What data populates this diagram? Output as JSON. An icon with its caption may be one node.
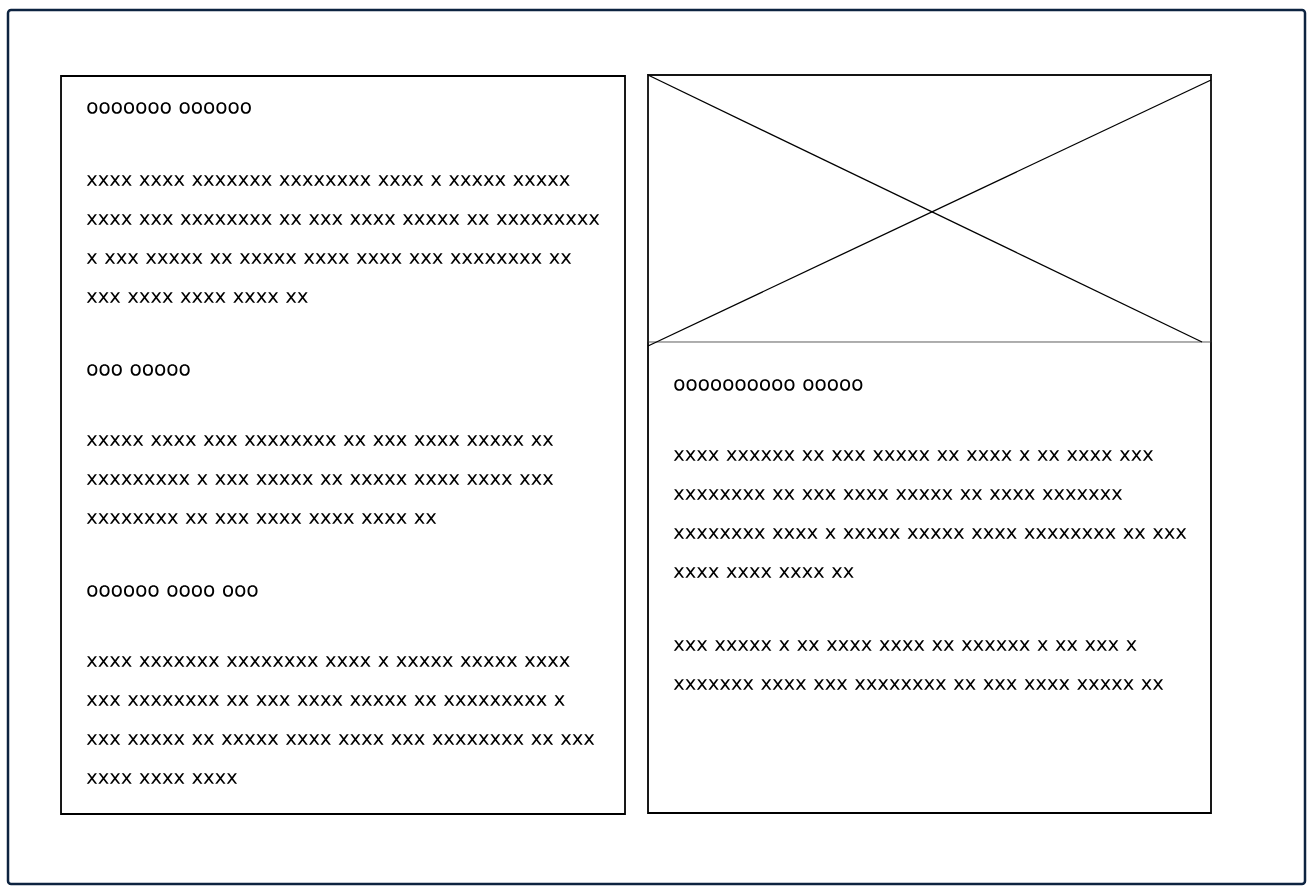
{
  "diagram": {
    "nodes": [
      {
        "text": [],
        "shape": "box"
      },
      {
        "text": [
          "ooooooo oooooo",
          "xxxx xxxx xxxxxxx xxxxxxxx xxxx x xxxxx xxxxx xxxx xxx xxxxxxxx xx xxx xxxx xxxxx xx xxxxxxxxx x xxx xxxxx xx xxxxx xxxx xxxx xxx xxxxxxxx xx xxx xxxx xxxx xxxx xx",
          "ooo ooooo",
          "xxxxx xxxx xxx xxxxxxxx xx xxx xxxx xxxxx xx xxxxxxxxx x xxx xxxxx xx xxxxx xxxx xxxx xxx xxxxxxxx xx xxx xxxx xxxx xxxx xx",
          "oooooo oooo ooo",
          "xxxx xxxxxxx xxxxxxxx xxxx x xxxxx xxxxx xxxx xxx xxxxxxxx xx xxx xxxx xxxxx xx xxxxxxxxx x xxx xxxxx xx xxxxx xxxx xxxx xxx xxxxxxxx xx xxx xxxx xxxx xxxx"
        ],
        "in": 0
      },
      {
        "text": [
          "oooooooooo ooooo",
          "xxxx xxxxxx xx xxx xxxxx xx xxxx x xx xxxx xxx xxxxxxxx xx xxx xxxx xxxxx xx xxxx xxxxxxx xxxxxxxx xxxx x xxxxx xxxxx xxxx xxxxxxxx xx xxx xxxx xxxx xxxx xx",
          "xxx xxxxx x xx xxxx xxxx xx xxxxxx x xx xxx x xxxxxxx xxxx xxx xxxxxxxx xx xxx xxxx xxxxx xx"
        ],
        "in": 0
      },
      {
        "text": [],
        "shape": "box",
        "in": 2
      }
    ]
  }
}
